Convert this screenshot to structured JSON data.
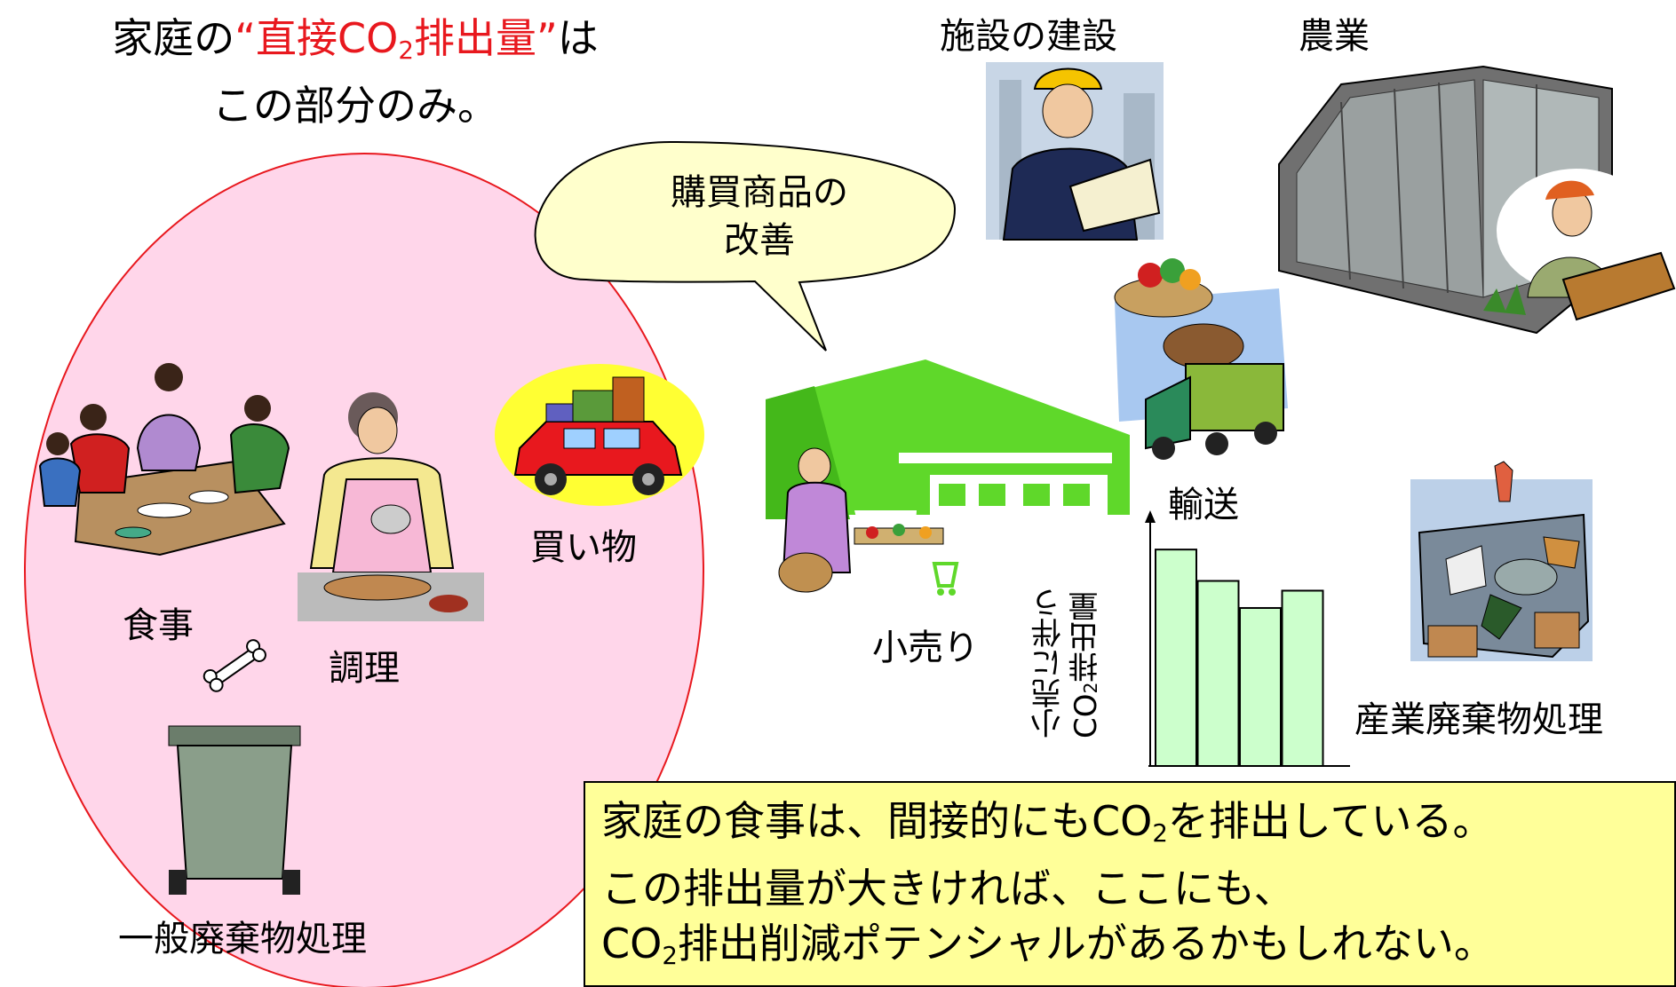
{
  "title": {
    "line1_pre": "家庭の",
    "line1_hl_pre": "“直接CO",
    "line1_hl_sub": "2",
    "line1_hl_post": "排出量”",
    "line1_post": "は",
    "line2": "この部分のみ。"
  },
  "bubble": {
    "line1": "購買商品の",
    "line2": "改善"
  },
  "household_items": {
    "meal": "食事",
    "cooking": "調理",
    "shopping": "買い物",
    "general_waste": "一般廃棄物処理"
  },
  "supply_chain": {
    "construction": "施設の建設",
    "agriculture": "農業",
    "transport": "輸送",
    "retail": "小売り",
    "industrial_waste": "産業廃棄物処理"
  },
  "chart_label": {
    "line1": "小売に伴う",
    "line2_pre": "CO",
    "line2_sub": "2",
    "line2_post": "排出量"
  },
  "note": {
    "line1_pre": "家庭の食事は、間接的にもCO",
    "line1_sub": "2",
    "line1_post": "を排出している。",
    "line2": "この排出量が大きければ、ここにも、",
    "line3_pre": "CO",
    "line3_sub": "2",
    "line3_post": "排出削減ポテンシャルがあるかもしれない。"
  },
  "colors": {
    "circle_fill": "#ffd6ea",
    "circle_stroke": "#e8181e",
    "bubble_fill": "#ffffcc",
    "bar_fill": "#ccffcc",
    "note_fill": "#ffff99",
    "highlight_red": "#e8181e",
    "store_green": "#5fd82a"
  },
  "chart_data": {
    "type": "bar",
    "categories": [
      "",
      "",
      "",
      ""
    ],
    "values": [
      10,
      8.55,
      7.3,
      8.1
    ],
    "title": "",
    "xlabel": "",
    "ylabel": "小売に伴うCO2排出量",
    "ylim": [
      0,
      11.4
    ]
  }
}
